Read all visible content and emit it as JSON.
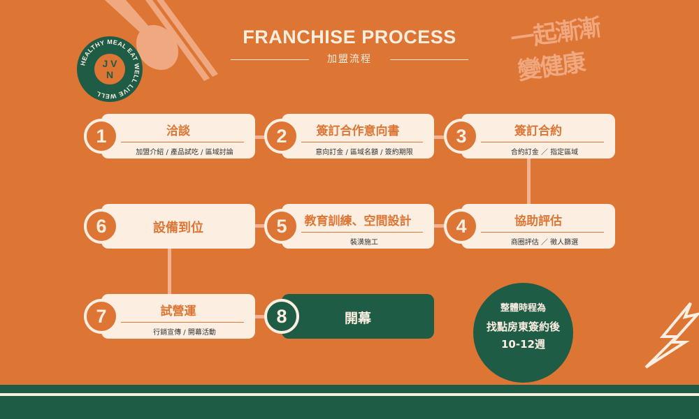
{
  "header": {
    "title": "FRANCHISE PROCESS",
    "subtitle": "加盟流程"
  },
  "logo": {
    "monogram": "J V N",
    "ring_text": "HEALTHY MEAL EAT WELL LIVE WELL"
  },
  "slogan": {
    "line1": "一起漸漸",
    "line2": "變健康"
  },
  "steps": [
    {
      "number": "1",
      "title": "洽談",
      "detail": "加盟介紹 / 產品試吃 / 區域討論"
    },
    {
      "number": "2",
      "title": "簽訂合作意向書",
      "detail": "意向訂金 / 區域名額 / 簽約期限"
    },
    {
      "number": "3",
      "title": "簽訂合約",
      "detail": "合約訂金 ／ 指定區域"
    },
    {
      "number": "4",
      "title": "協助評估",
      "detail": "商圈評估 ／ 徵人篩選"
    },
    {
      "number": "5",
      "title": "教育訓練、空間設計",
      "detail": "裝潢施工"
    },
    {
      "number": "6",
      "title": "設備到位",
      "detail": ""
    },
    {
      "number": "7",
      "title": "試營運",
      "detail": "行銷宣傳 / 開幕活動"
    },
    {
      "number": "8",
      "title": "開幕",
      "detail": ""
    }
  ],
  "timeline": {
    "line1": "整體時程為",
    "line2": "找點房東簽約後",
    "line3": "10-12週"
  },
  "colors": {
    "background": "#dd7535",
    "card": "#fcefe2",
    "green": "#1e5c45",
    "connector": "#f2b392"
  }
}
